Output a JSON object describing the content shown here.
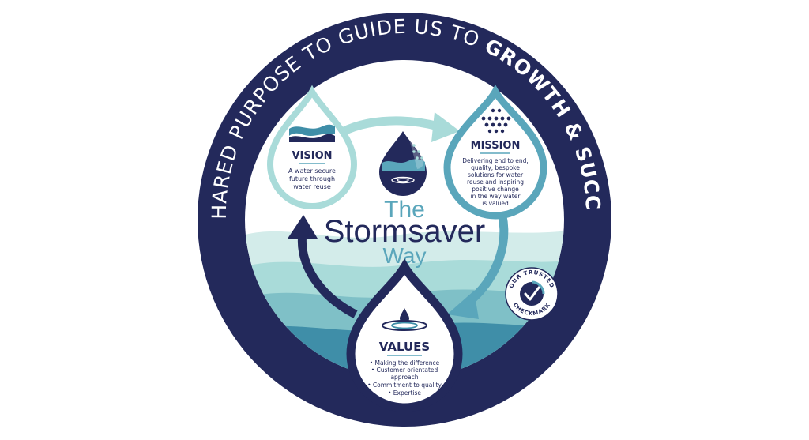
{
  "ring": {
    "text_regular": "A SHARED PURPOSE TO GUIDE US TO ",
    "text_bold": "GROWTH & SUCCESS"
  },
  "center": {
    "line1": "The",
    "line2": "Stormsaver",
    "line3": "Way"
  },
  "vision": {
    "title": "VISION",
    "lines": [
      "A water secure",
      "future through",
      "water reuse"
    ]
  },
  "mission": {
    "title": "MISSION",
    "lines": [
      "Delivering end to end,",
      "quality, bespoke",
      "solutions for water",
      "reuse and inspiring",
      "positive change",
      "in the way water",
      "is valued"
    ]
  },
  "values": {
    "title": "VALUES",
    "items": [
      "• Making the difference",
      "• Customer orientated",
      "approach",
      "• Commitment to quality",
      "• Expertise"
    ]
  },
  "badge": {
    "top": "OUR TRUSTED",
    "bottom": "CHECKMARK"
  },
  "colors": {
    "navy": "#23295b",
    "teal": "#3f8ea8",
    "light_teal": "#a9dbd9",
    "mid_teal": "#5aa6bb",
    "pale": "#d3ecea"
  }
}
